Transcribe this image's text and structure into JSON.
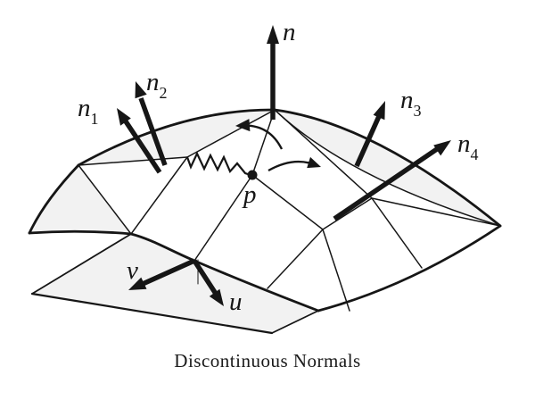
{
  "figure": {
    "caption": "Discontinuous Normals",
    "labels": {
      "n": {
        "base": "n",
        "sub": ""
      },
      "n1": {
        "base": "n",
        "sub": "1"
      },
      "n2": {
        "base": "n",
        "sub": "2"
      },
      "n3": {
        "base": "n",
        "sub": "3"
      },
      "n4": {
        "base": "n",
        "sub": "4"
      },
      "p": {
        "base": "p",
        "sub": ""
      },
      "u": {
        "base": "u",
        "sub": ""
      },
      "v": {
        "base": "v",
        "sub": ""
      }
    },
    "colors": {
      "stroke": "#161616",
      "shade": "#f2f2f2",
      "background": "#ffffff"
    }
  }
}
